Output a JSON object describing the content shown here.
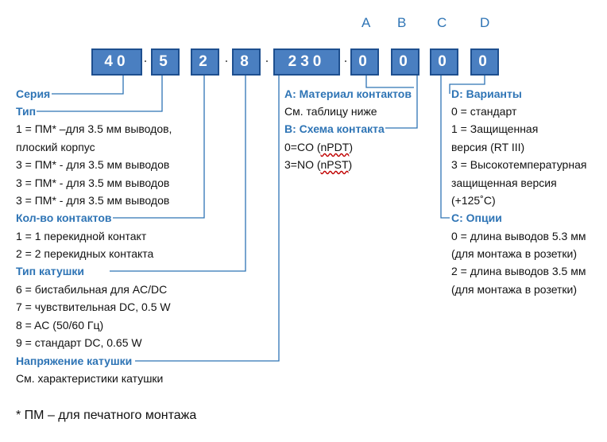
{
  "columns": {
    "a": "A",
    "b": "B",
    "c": "C",
    "d": "D"
  },
  "boxes": {
    "series": "40",
    "type": "5",
    "contacts": "2",
    "coil_type": "8",
    "voltage": "230",
    "a": "0",
    "b": "0",
    "c": "0",
    "d": "0"
  },
  "separator": "·",
  "left": {
    "series": {
      "heading": "Серия"
    },
    "type": {
      "heading": "Тип",
      "lines": [
        "1 = ПМ* –для 3.5 мм выводов,",
        "плоский корпус",
        "3 = ПМ* - для 3.5 мм выводов",
        "3 = ПМ* - для 3.5 мм выводов",
        "3 = ПМ* - для 3.5 мм выводов"
      ]
    },
    "contacts": {
      "heading": "Кол-во контактов",
      "lines": [
        "1 = 1 перекидной контакт",
        "2 = 2 перекидных контакта"
      ]
    },
    "coil_type": {
      "heading": "Тип катушки",
      "lines": [
        "6 = бистабильная для AC/DC",
        "7 = чувствительная DC, 0.5 W",
        "8 = AC (50/60 Гц)",
        "9 = стандарт DC, 0.65 W"
      ]
    },
    "voltage": {
      "heading": "Напряжение катушки",
      "lines": [
        "См. характеристики катушки"
      ]
    }
  },
  "middle": {
    "a": {
      "heading": "A: Материал контактов",
      "lines": [
        "См. таблицу ниже"
      ]
    },
    "b": {
      "heading": "B: Схема контакта",
      "line1_prefix": "0=CO (",
      "line1_code": "nPDT",
      "line1_suffix": ")",
      "line2_prefix": "3=NO (",
      "line2_code": "nPST",
      "line2_suffix": ")"
    }
  },
  "right": {
    "d": {
      "heading": "D: Варианты",
      "lines": [
        "0 = стандарт",
        "1 = Защищенная",
        "версия (RT III)",
        "3 = Высокотемпературная",
        "защищенная версия",
        "(+125˚C)"
      ]
    },
    "c": {
      "heading": "C: Опции",
      "lines": [
        "0 = длина выводов 5.3 мм",
        "(для монтажа в розетки)",
        "2 = длина выводов 3.5 мм",
        "(для монтажа в розетки)"
      ]
    }
  },
  "footnote": "* ПМ – для печатного монтажа",
  "colors": {
    "box_fill": "#4a7fc1",
    "box_border": "#1e4f8f",
    "heading": "#2e74b5",
    "wire": "#2e74b5"
  }
}
